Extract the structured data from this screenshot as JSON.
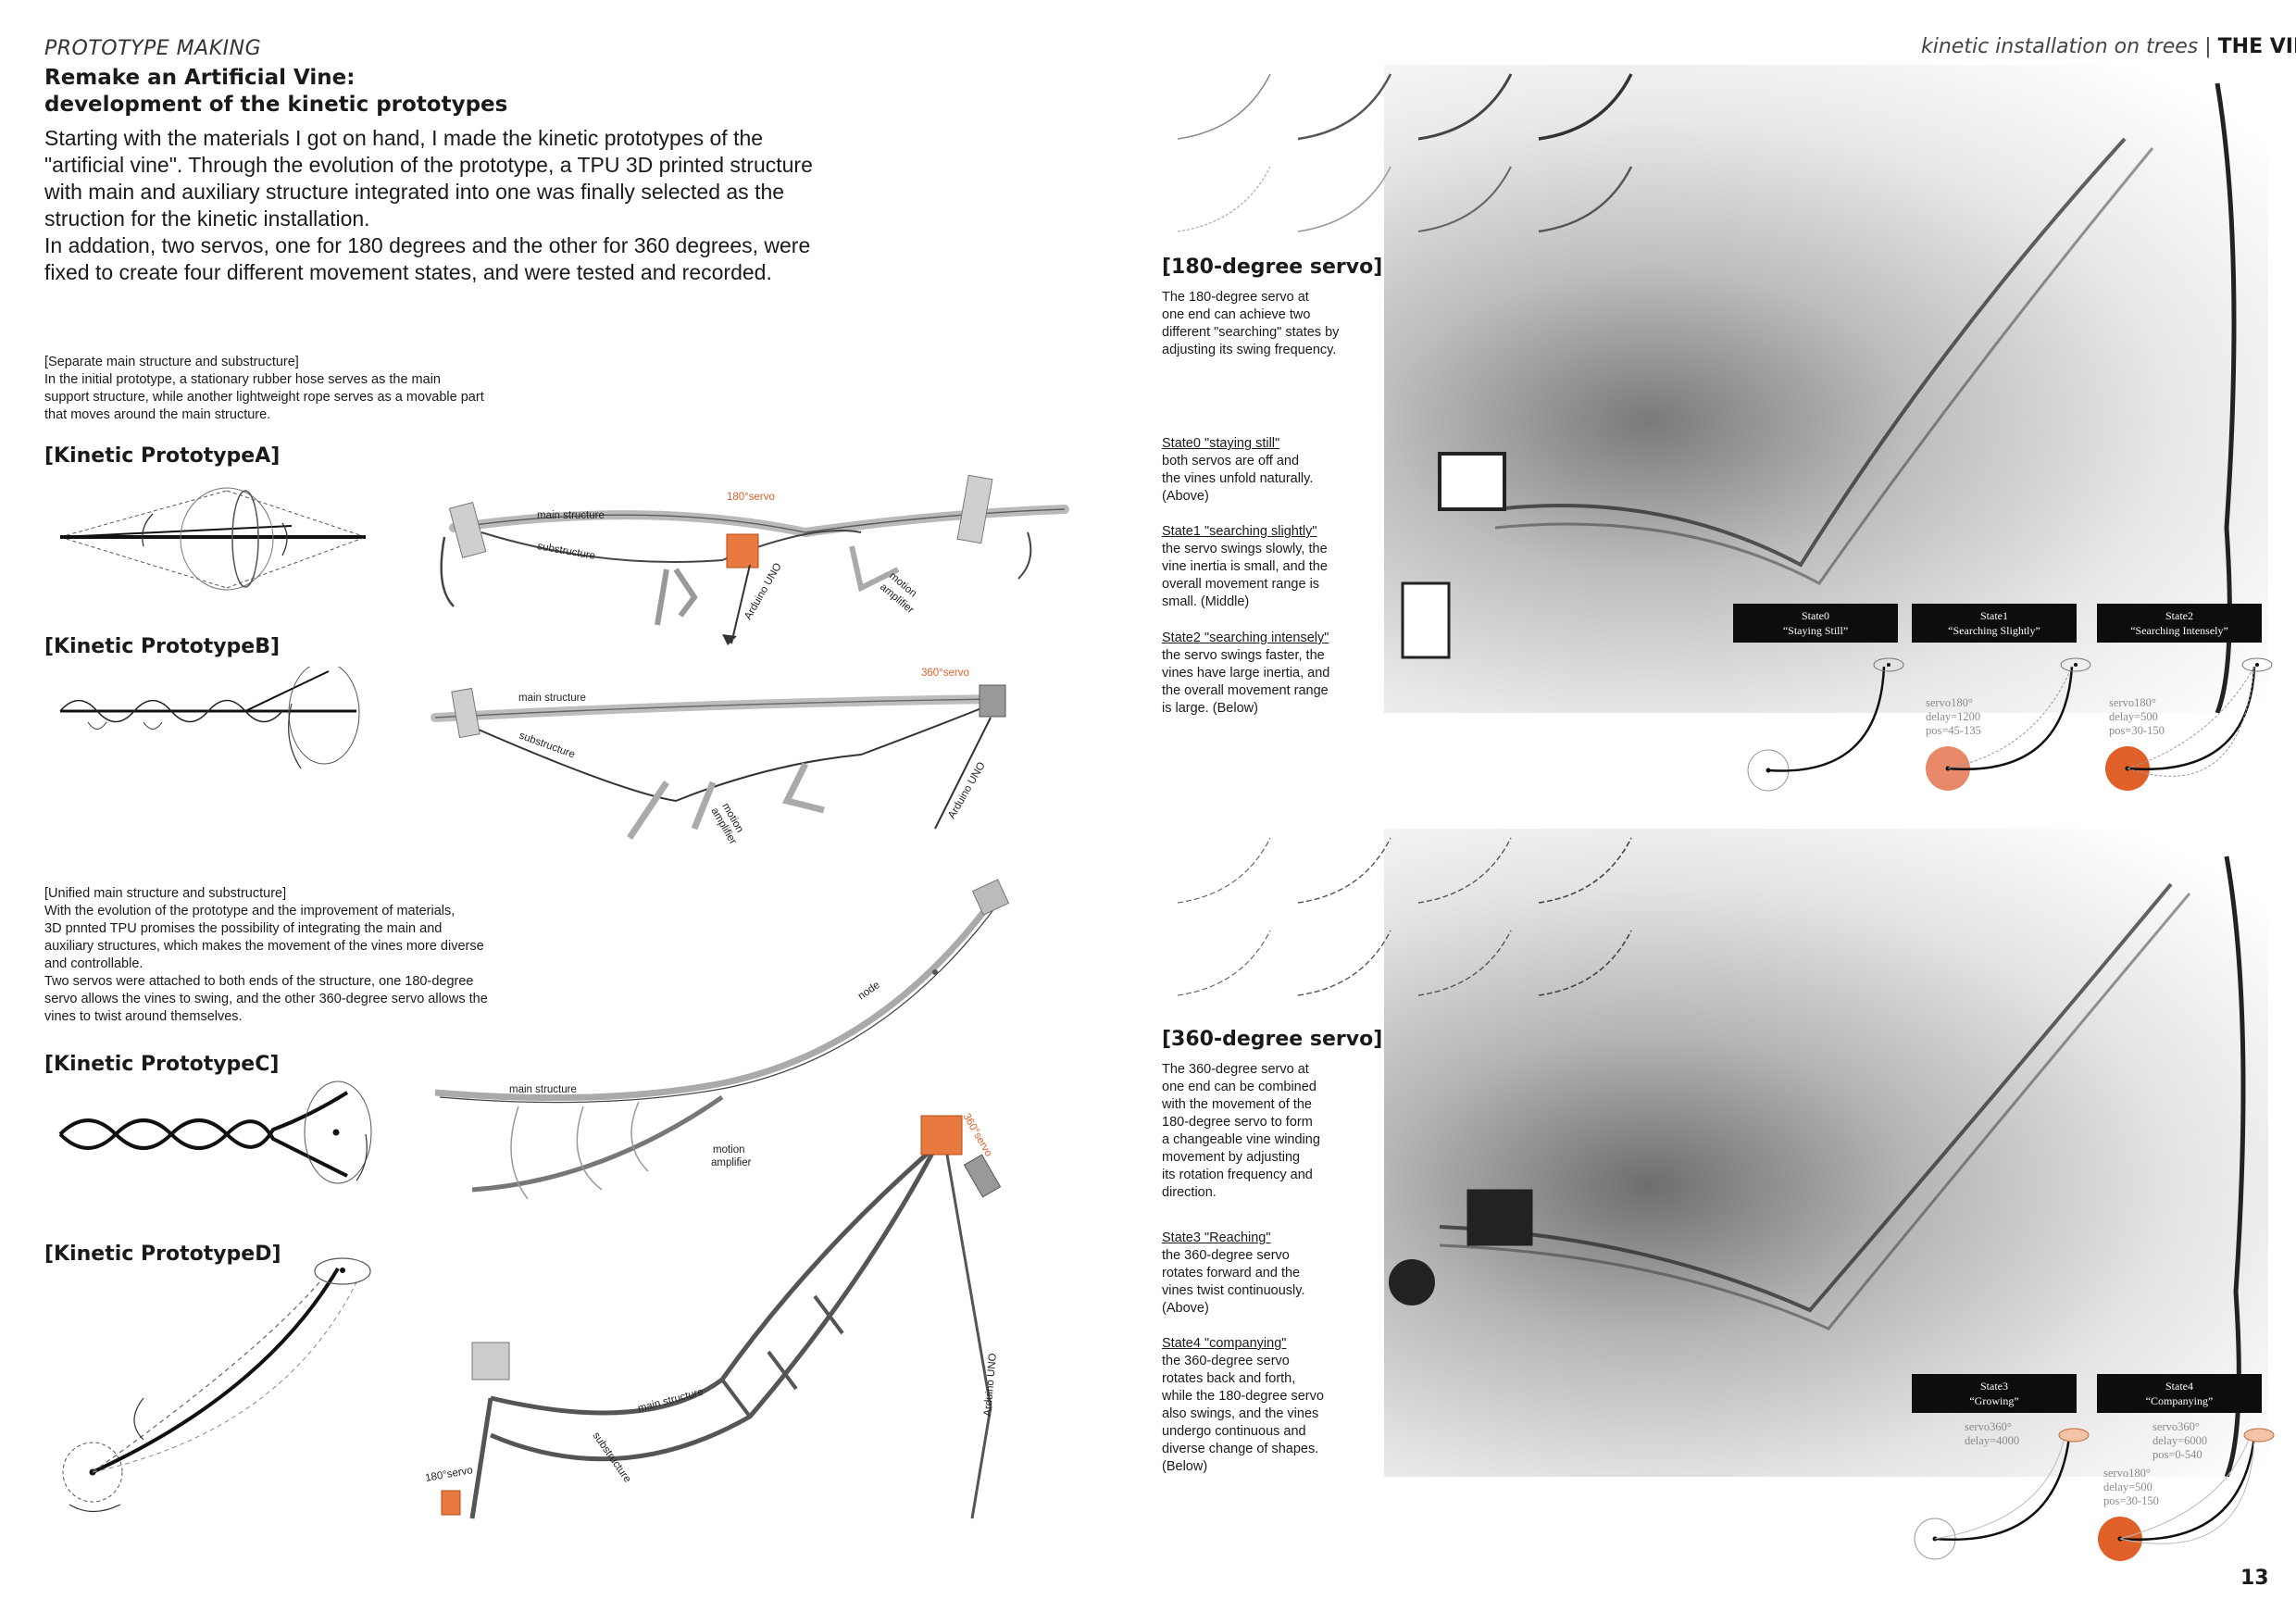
{
  "header": {
    "section": "PROTOTYPE MAKING",
    "title_line1": "Remake an Artificial Vine:",
    "title_line2": "development of the kinetic prototypes",
    "right_title": "kinetic installation on trees",
    "right_separator": "|",
    "right_title_strong": "THE VINE"
  },
  "intro": [
    "Starting with the materials I got on hand, I made the kinetic prototypes of the",
    "\"artificial vine\". Through the evolution of the prototype, a TPU 3D printed structure",
    "with main and auxiliary structure integrated into one was finally selected as the",
    "struction for the kinetic installation.",
    "In addation, two servos, one for 180 degrees and the other for 360 degrees, were",
    "fixed to create four different movement states, and were tested and recorded."
  ],
  "note_separate": [
    "[Separate main structure and substructure]",
    "In the initial prototype, a stationary rubber hose serves as the main",
    "support structure, while another lightweight rope serves as a movable part",
    "that moves around the main structure."
  ],
  "note_unified": [
    "[Unified main structure and substructure]",
    "With the evolution of the prototype and the improvement of materials,",
    "3D pnnted TPU promises the possibility of integrating the main and",
    "auxiliary structures, which makes the movement of the vines more diverse",
    "and controllable.",
    "Two servos were attached to both ends of the structure, one 180-degree",
    "servo allows the vines to swing, and the other 360-degree servo allows the",
    "vines to twist around themselves."
  ],
  "prototypes": {
    "a": "[Kinetic PrototypeA]",
    "b": "[Kinetic PrototypeB]",
    "c": "[Kinetic PrototypeC]",
    "d": "[Kinetic PrototypeD]"
  },
  "sketch_labels": {
    "main_structure": "main structure",
    "substructure": "substructure",
    "motion_amplifier_1": "motion",
    "motion_amplifier_2": "amplifier",
    "arduino": "Arduino UNO",
    "servo180": "180°servo",
    "servo360": "360°servo",
    "node": "node"
  },
  "servo180": {
    "title": "[180-degree servo]",
    "desc": [
      "The 180-degree servo at",
      "one end can achieve two",
      "different \"searching\" states by",
      "adjusting its swing frequency."
    ],
    "states": [
      {
        "heading": "State0 \"staying still\"",
        "lines": [
          "both servos are off and",
          "the vines unfold naturally.",
          "(Above)"
        ]
      },
      {
        "heading": "State1 \"searching slightly\"",
        "lines": [
          "the servo swings slowly, the",
          "vine inertia is small, and the",
          "overall movement range is",
          "small. (Middle)"
        ]
      },
      {
        "heading": "State2 \"searching intensely\"",
        "lines": [
          "the servo swings faster, the",
          "vines have large inertia, and",
          "the overall movement range",
          "is large. (Below)"
        ]
      }
    ]
  },
  "servo360": {
    "title": "[360-degree servo]",
    "desc": [
      "The 360-degree servo at",
      "one end can be combined",
      "with the movement of the",
      "180-degree servo to form",
      "a changeable vine winding",
      "movement by adjusting",
      "its rotation frequency and",
      "direction."
    ],
    "states": [
      {
        "heading": "State3 \"Reaching\"",
        "lines": [
          "the 360-degree servo",
          "rotates forward and the",
          "vines twist continuously.",
          "(Above)"
        ]
      },
      {
        "heading": "State4 \"companying\"",
        "lines": [
          "the 360-degree servo",
          "rotates back and forth,",
          "while the 180-degree servo",
          "also swings, and the vines",
          "undergo continuous and",
          "diverse change of shapes.",
          "(Below)"
        ]
      }
    ]
  },
  "state_boxes": [
    {
      "name": "State0",
      "label": "“Staying Still”"
    },
    {
      "name": "State1",
      "label": "“Searching Slightly”"
    },
    {
      "name": "State2",
      "label": "“Searching Intensely”"
    },
    {
      "name": "State3",
      "label": "“Growing”"
    },
    {
      "name": "State4",
      "label": "“Companying”"
    }
  ],
  "params": {
    "s1": [
      "servo180°",
      "delay=1200",
      "pos=45-135"
    ],
    "s2": [
      "servo180°",
      "delay=500",
      "pos=30-150"
    ],
    "s3": [
      "servo360°",
      "delay=4000"
    ],
    "s4a": [
      "servo360°",
      "delay=6000",
      "pos=0-540"
    ],
    "s4b": [
      "servo180°",
      "delay=500",
      "pos=30-150"
    ]
  },
  "page_number": "13",
  "colors": {
    "accent": "#e0602a",
    "dark": "#0d0d0d"
  }
}
